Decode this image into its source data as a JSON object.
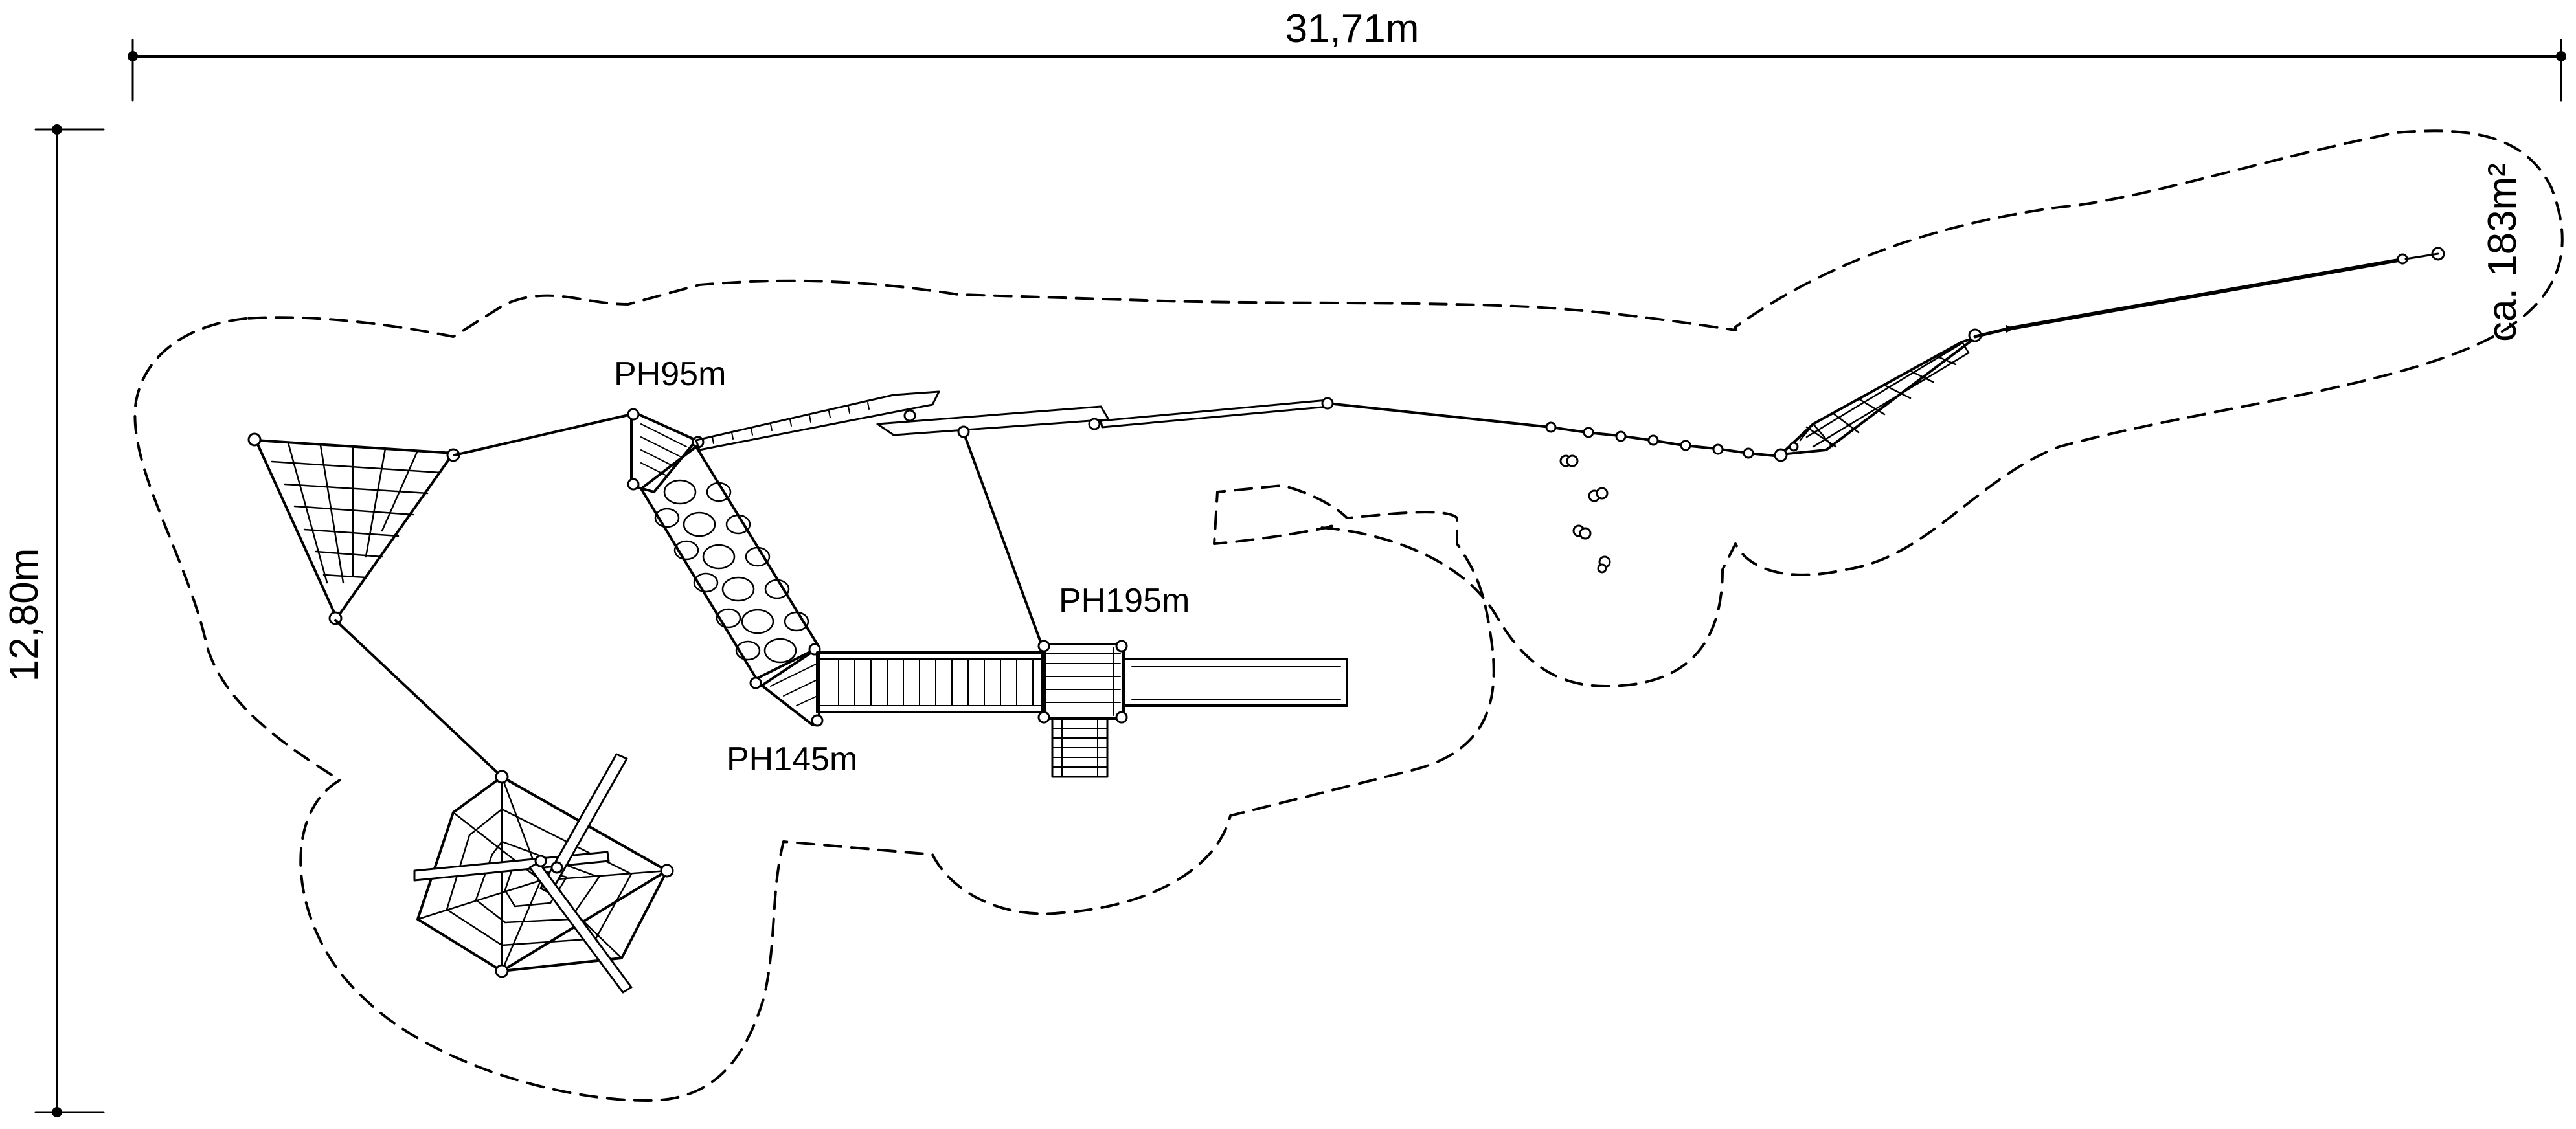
{
  "dimensions": {
    "width_label": "31,71m",
    "height_label": "12,80m",
    "area_label": "ca. 183m²"
  },
  "platform_labels": {
    "ph95": "PH95m",
    "ph145": "PH145m",
    "ph195": "PH195m"
  },
  "colors": {
    "ink": "#000000",
    "paper": "#ffffff"
  }
}
